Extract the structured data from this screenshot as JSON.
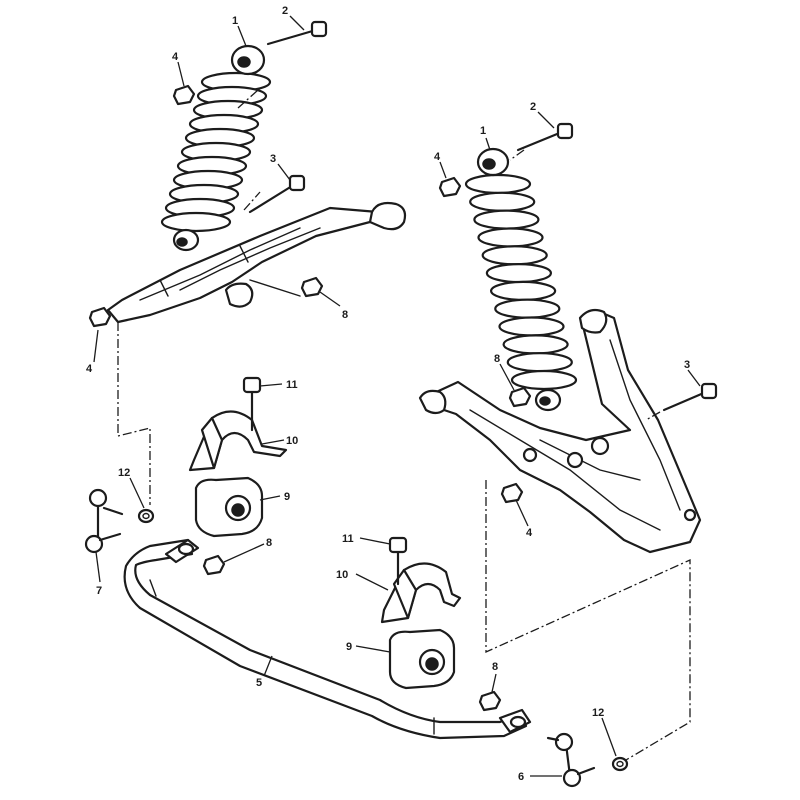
{
  "diagram": {
    "type": "exploded-parts-view",
    "line_color": "#1c1c1c",
    "background": "#ffffff",
    "callouts": [
      "1",
      "2",
      "3",
      "4",
      "5",
      "6",
      "7",
      "8",
      "9",
      "10",
      "11",
      "12"
    ]
  }
}
